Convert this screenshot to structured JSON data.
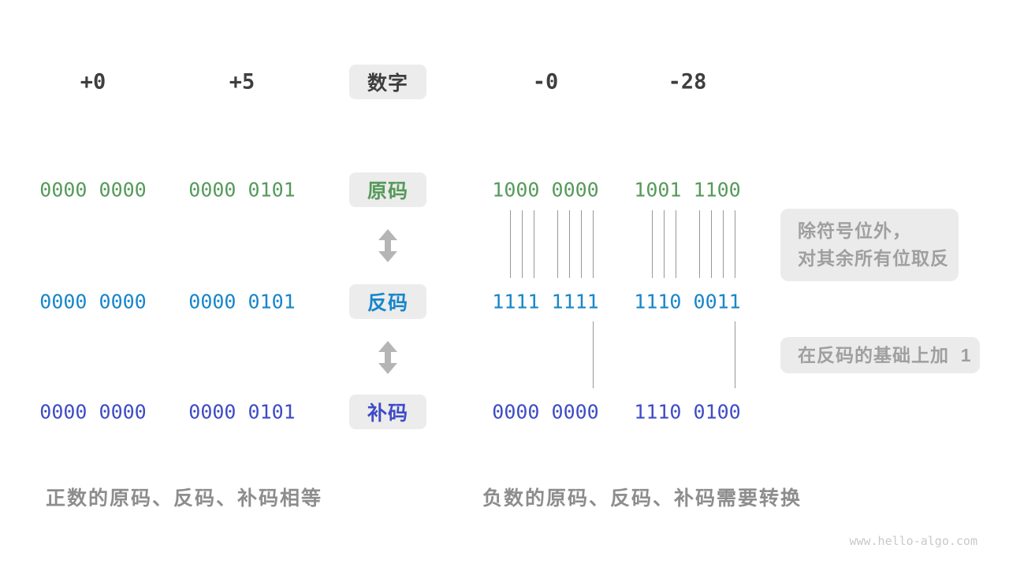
{
  "palette": {
    "green": "#569a5b",
    "blue": "#1886ca",
    "indigo": "#3e4cc6",
    "dark_text": "#3e3e3e",
    "note_text": "#9f9f9f",
    "caption_text": "#8d8d8d",
    "box_bg": "#ececec",
    "line_gray": "#989898",
    "arrow_gray": "#b5b5b5",
    "watermark_gray": "#c9c9c9"
  },
  "header": {
    "tag": "数字",
    "labels": [
      "+0",
      "+5",
      "-0",
      "-28"
    ]
  },
  "rows": [
    {
      "id": "sign-magnitude",
      "tag": "原码",
      "values": [
        "0000 0000",
        "0000 0101",
        "1000 0000",
        "1001 1100"
      ]
    },
    {
      "id": "ones-complement",
      "tag": "反码",
      "values": [
        "0000 0000",
        "0000 0101",
        "1111 1111",
        "1110 0011"
      ]
    },
    {
      "id": "twos-complement",
      "tag": "补码",
      "values": [
        "0000 0000",
        "0000 0101",
        "0000 0000",
        "1110 0100"
      ]
    }
  ],
  "annotations": {
    "invert_line1": "除符号位外，",
    "invert_line2": "对其余所有位取反",
    "add_one": "在反码的基础上加  1"
  },
  "captions": {
    "positive": "正数的原码、反码、补码相等",
    "negative": "负数的原码、反码、补码需要转换"
  },
  "watermark": "www.hello-algo.com"
}
